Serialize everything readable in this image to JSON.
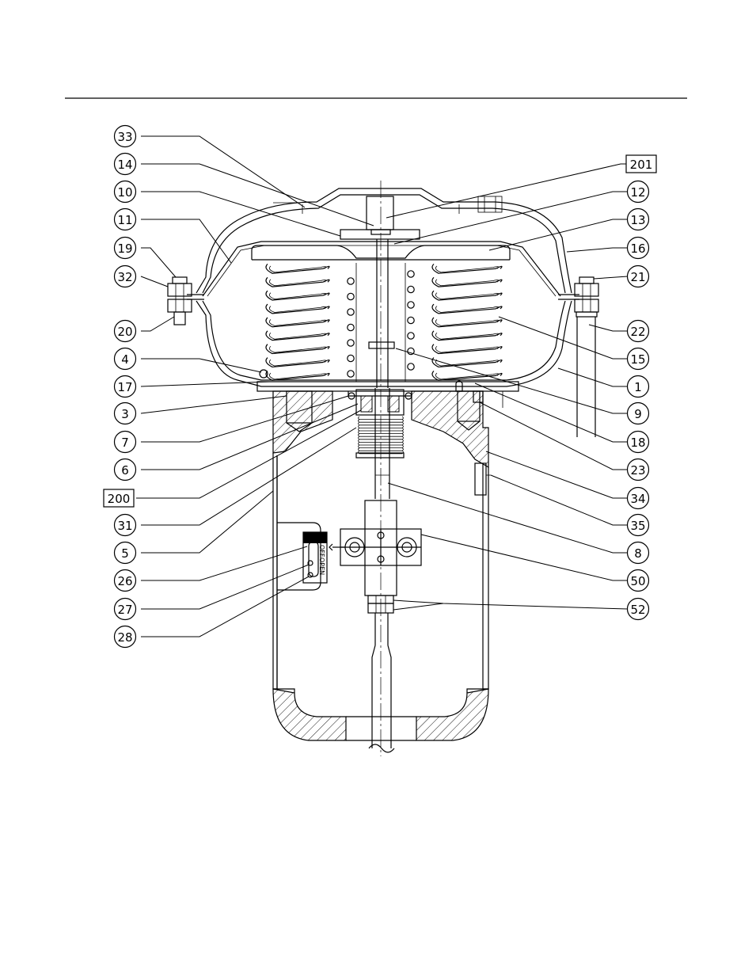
{
  "diagram": {
    "callouts_left": [
      {
        "id": "c33",
        "label": "33",
        "boxed": false
      },
      {
        "id": "c14",
        "label": "14",
        "boxed": false
      },
      {
        "id": "c10",
        "label": "10",
        "boxed": false
      },
      {
        "id": "c11",
        "label": "11",
        "boxed": false
      },
      {
        "id": "c19",
        "label": "19",
        "boxed": false
      },
      {
        "id": "c32",
        "label": "32",
        "boxed": false
      },
      {
        "id": "c20",
        "label": "20",
        "boxed": false
      },
      {
        "id": "c4",
        "label": "4",
        "boxed": false
      },
      {
        "id": "c17",
        "label": "17",
        "boxed": false
      },
      {
        "id": "c3",
        "label": "3",
        "boxed": false
      },
      {
        "id": "c7",
        "label": "7",
        "boxed": false
      },
      {
        "id": "c6",
        "label": "6",
        "boxed": false
      },
      {
        "id": "c200",
        "label": "200",
        "boxed": true
      },
      {
        "id": "c31",
        "label": "31",
        "boxed": false
      },
      {
        "id": "c5",
        "label": "5",
        "boxed": false
      },
      {
        "id": "c26",
        "label": "26",
        "boxed": false
      },
      {
        "id": "c27",
        "label": "27",
        "boxed": false
      },
      {
        "id": "c28",
        "label": "28",
        "boxed": false
      }
    ],
    "callouts_right": [
      {
        "id": "c201",
        "label": "201",
        "boxed": true
      },
      {
        "id": "c12",
        "label": "12",
        "boxed": false
      },
      {
        "id": "c13",
        "label": "13",
        "boxed": false
      },
      {
        "id": "c16",
        "label": "16",
        "boxed": false
      },
      {
        "id": "c21",
        "label": "21",
        "boxed": false
      },
      {
        "id": "c22",
        "label": "22",
        "boxed": false
      },
      {
        "id": "c15",
        "label": "15",
        "boxed": false
      },
      {
        "id": "c1",
        "label": "1",
        "boxed": false
      },
      {
        "id": "c9",
        "label": "9",
        "boxed": false
      },
      {
        "id": "c18",
        "label": "18",
        "boxed": false
      },
      {
        "id": "c23",
        "label": "23",
        "boxed": false
      },
      {
        "id": "c34",
        "label": "34",
        "boxed": false
      },
      {
        "id": "c35",
        "label": "35",
        "boxed": false
      },
      {
        "id": "c8",
        "label": "8",
        "boxed": false
      },
      {
        "id": "c50",
        "label": "50",
        "boxed": false
      },
      {
        "id": "c52",
        "label": "52",
        "boxed": false
      }
    ],
    "gauge_text": {
      "top": "OFF",
      "bottom": "OPEN"
    }
  }
}
